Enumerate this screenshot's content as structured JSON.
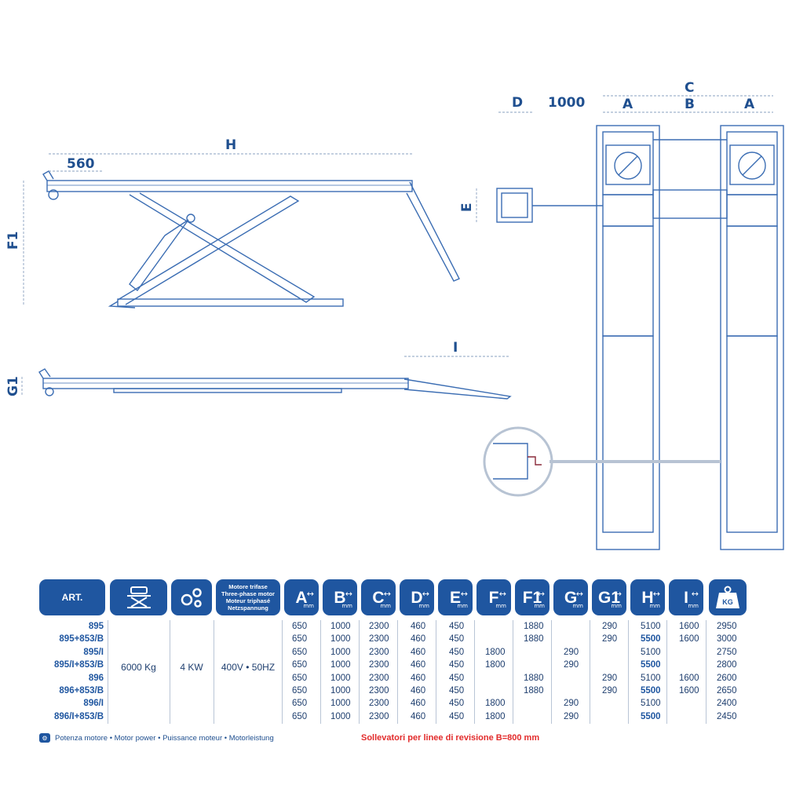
{
  "dimensions": {
    "H": "H",
    "d560": "560",
    "F1": "F1",
    "G1": "G1",
    "I": "I",
    "D": "D",
    "d1000": "1000",
    "C": "C",
    "A_left": "A",
    "B": "B",
    "A_right": "A",
    "E": "E"
  },
  "table": {
    "art_header": "ART.",
    "motor_header": [
      "Motore trifase",
      "Three-phase motor",
      "Moteur triphasé",
      "Netzspannung"
    ],
    "dim_headers": [
      {
        "letter": "A",
        "unit": "mm"
      },
      {
        "letter": "B",
        "unit": "mm"
      },
      {
        "letter": "C",
        "unit": "mm"
      },
      {
        "letter": "D",
        "unit": "mm"
      },
      {
        "letter": "E",
        "unit": "mm"
      },
      {
        "letter": "F",
        "unit": "mm"
      },
      {
        "letter": "F1",
        "unit": "mm"
      },
      {
        "letter": "G",
        "unit": "mm"
      },
      {
        "letter": "G1",
        "unit": "mm"
      },
      {
        "letter": "H",
        "unit": "mm"
      },
      {
        "letter": "I",
        "unit": "mm"
      }
    ],
    "weight_header": "KG",
    "art": [
      "895",
      "895+853/B",
      "895/I",
      "895/I+853/B",
      "896",
      "896+853/B",
      "896/I",
      "896/I+853/B"
    ],
    "capacity": "6000 Kg",
    "power": "4 KW",
    "voltage": "400V • 50HZ",
    "A": [
      "650",
      "650",
      "650",
      "650",
      "650",
      "650",
      "650",
      "650"
    ],
    "B": [
      "1000",
      "1000",
      "1000",
      "1000",
      "1000",
      "1000",
      "1000",
      "1000"
    ],
    "C": [
      "2300",
      "2300",
      "2300",
      "2300",
      "2300",
      "2300",
      "2300",
      "2300"
    ],
    "D": [
      "460",
      "460",
      "460",
      "460",
      "460",
      "460",
      "460",
      "460"
    ],
    "E": [
      "450",
      "450",
      "450",
      "450",
      "450",
      "450",
      "450",
      "450"
    ],
    "F": [
      "",
      "",
      "1800",
      "1800",
      "",
      "",
      "1800",
      "1800"
    ],
    "F1": [
      "1880",
      "1880",
      "",
      "",
      "1880",
      "1880",
      "",
      ""
    ],
    "G": [
      "",
      "",
      "290",
      "290",
      "",
      "",
      "290",
      "290"
    ],
    "G1": [
      "290",
      "290",
      "",
      "",
      "290",
      "290",
      "",
      ""
    ],
    "H": [
      "5100",
      "5500",
      "5100",
      "5500",
      "5100",
      "5500",
      "5100",
      "5500"
    ],
    "I": [
      "1600",
      "1600",
      "",
      "",
      "1600",
      "1600",
      "",
      ""
    ],
    "KG": [
      "2950",
      "3000",
      "2750",
      "2800",
      "2600",
      "2650",
      "2400",
      "2450"
    ]
  },
  "footer": {
    "motor_power": "Potenza motore • Motor power • Puissance moteur • Motorleistung",
    "note": "Sollevatori per linee di revisione B=800 mm"
  }
}
